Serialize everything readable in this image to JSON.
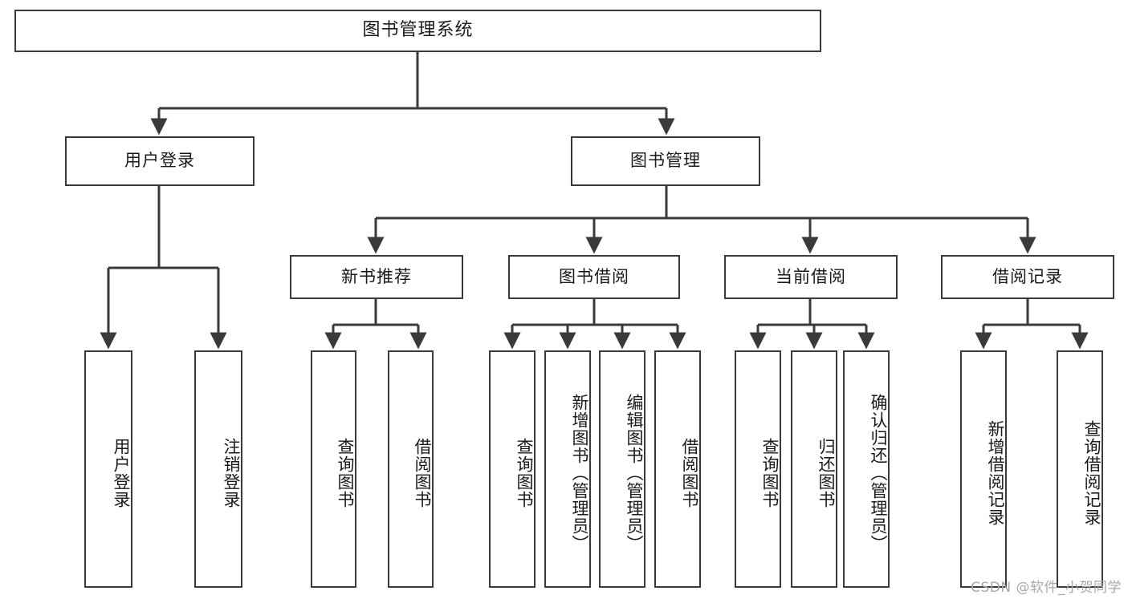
{
  "diagram": {
    "title": "图书管理系统",
    "type": "tree-hierarchy-diagram",
    "root": {
      "label": "图书管理系统"
    },
    "level2": [
      {
        "label": "用户登录"
      },
      {
        "label": "图书管理"
      }
    ],
    "level3": [
      {
        "label": "新书推荐"
      },
      {
        "label": "图书借阅"
      },
      {
        "label": "当前借阅"
      },
      {
        "label": "借阅记录"
      }
    ],
    "leaves": {
      "user_login": [
        {
          "label": "用户登录"
        },
        {
          "label": "注销登录"
        }
      ],
      "new_book_recommend": [
        {
          "label": "查询图书"
        },
        {
          "label": "借阅图书"
        }
      ],
      "book_borrow": [
        {
          "label": "查询图书"
        },
        {
          "label": "新增图书（管理员）"
        },
        {
          "label": "编辑图书（管理员）"
        },
        {
          "label": "借阅图书"
        }
      ],
      "current_borrow": [
        {
          "label": "查询图书"
        },
        {
          "label": "归还图书"
        },
        {
          "label": "确认归还（管理员）"
        }
      ],
      "borrow_record": [
        {
          "label": "新增借阅记录"
        },
        {
          "label": "查询借阅记录"
        }
      ]
    }
  },
  "watermark": {
    "text": "CSDN @软件_小贺同学"
  },
  "colors": {
    "border": "#3a3a3a",
    "text": "#1a1a1a",
    "background": "#ffffff",
    "watermark": "#a8a8a8"
  }
}
